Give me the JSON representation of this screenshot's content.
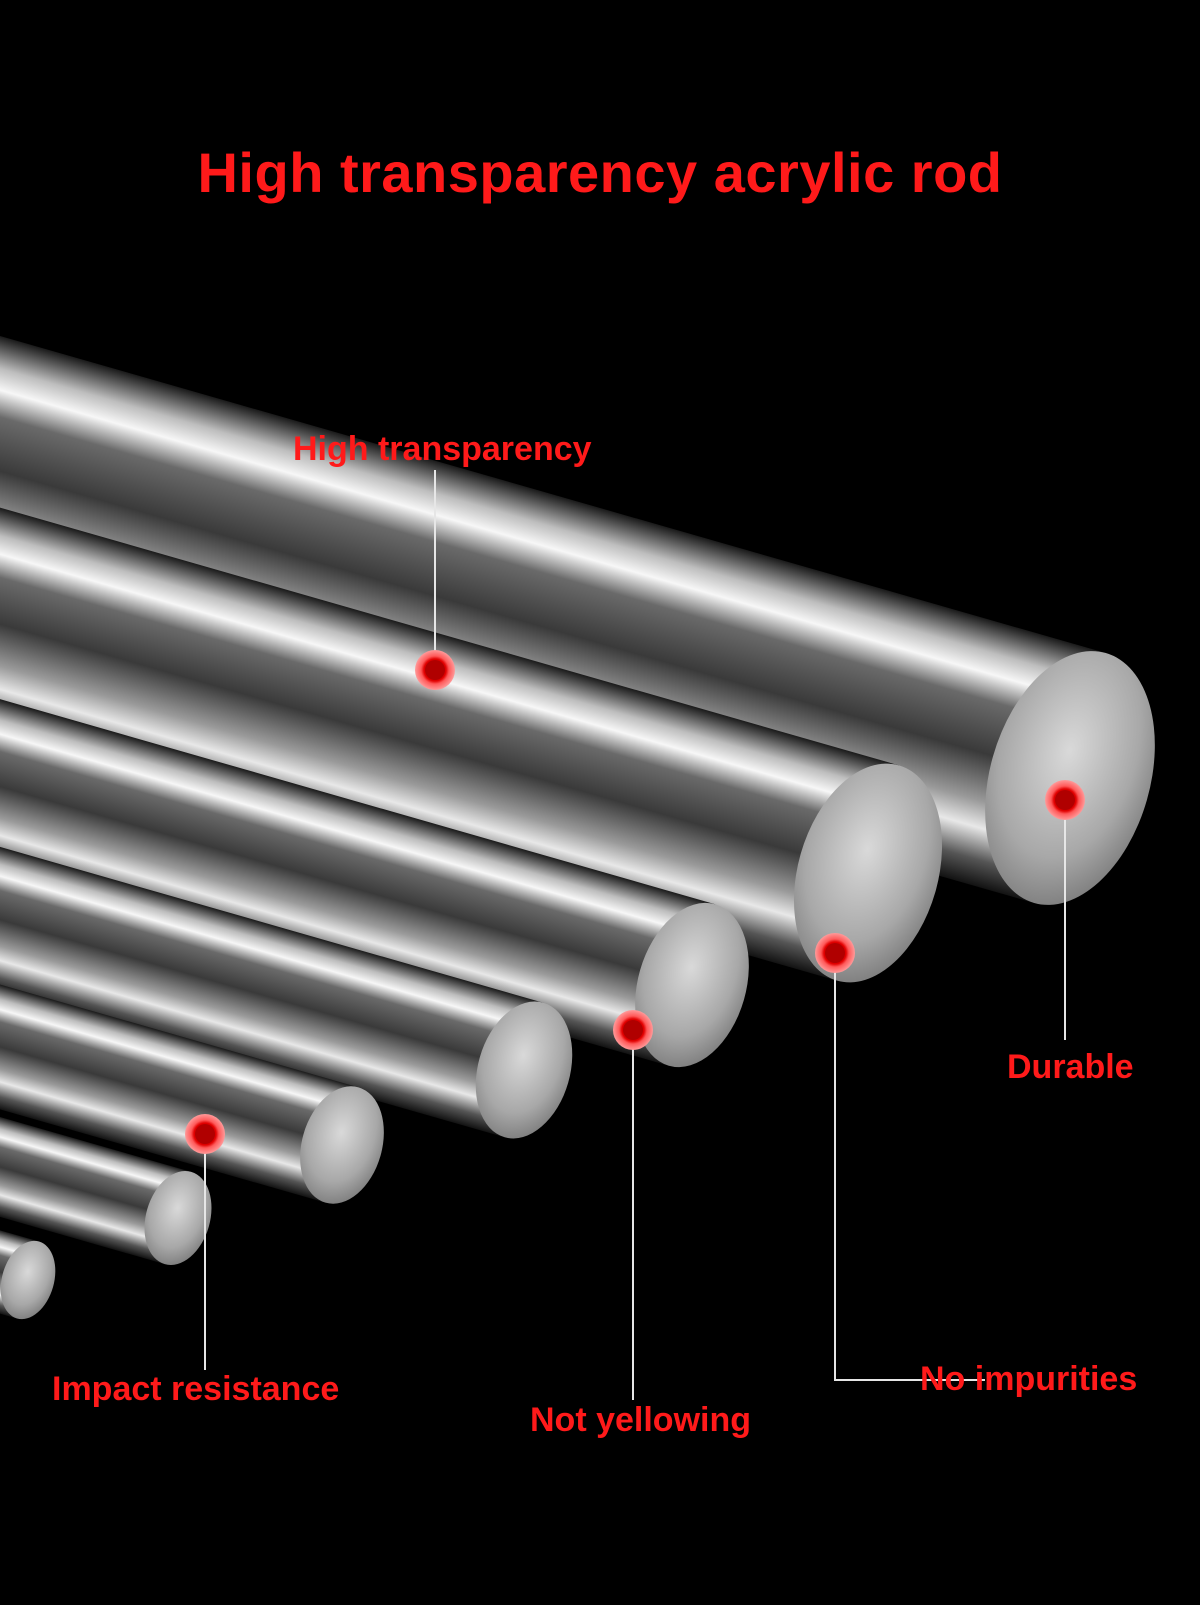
{
  "title": "High transparency acrylic rod",
  "callouts": {
    "transparency": "High transparency",
    "durable": "Durable",
    "no_impurities": "No impurities",
    "not_yellowing": "Not yellowing",
    "impact_resistance": "Impact resistance"
  },
  "colors": {
    "background": "#000000",
    "accent_red": "#ff1a1a",
    "marker_red": "#d40000",
    "leader_line": "#e6e6e6"
  }
}
